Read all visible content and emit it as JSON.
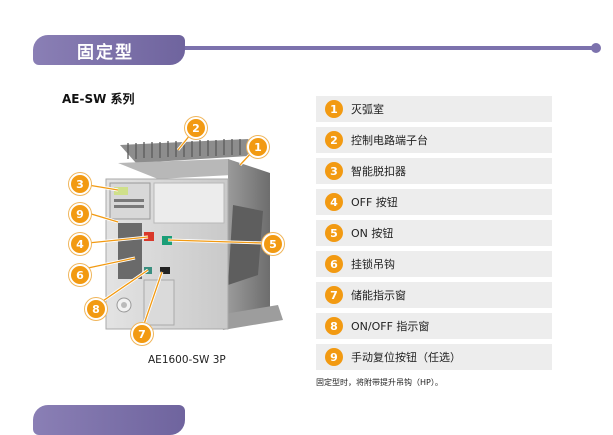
{
  "section": {
    "title": "固定型"
  },
  "series_title": "AE-SW 系列",
  "product": {
    "caption": "AE1600-SW 3P",
    "markers": [
      "2",
      "1",
      "3",
      "9",
      "4",
      "5",
      "6",
      "8",
      "7"
    ]
  },
  "legend": [
    {
      "num": "1",
      "label": "灭弧室"
    },
    {
      "num": "2",
      "label": "控制电路端子台"
    },
    {
      "num": "3",
      "label": "智能脱扣器"
    },
    {
      "num": "4",
      "label": "OFF 按钮"
    },
    {
      "num": "5",
      "label": "ON 按钮"
    },
    {
      "num": "6",
      "label": "挂锁吊钩"
    },
    {
      "num": "7",
      "label": "储能指示窗"
    },
    {
      "num": "8",
      "label": "ON/OFF 指示窗"
    },
    {
      "num": "9",
      "label": "手动复位按钮（任选）"
    }
  ],
  "note": "固定型时，将附带提升吊钩（HP）。",
  "colors": {
    "accent": "#7c72ad",
    "marker": "#f29a12",
    "legend_bg": "#ededed"
  }
}
